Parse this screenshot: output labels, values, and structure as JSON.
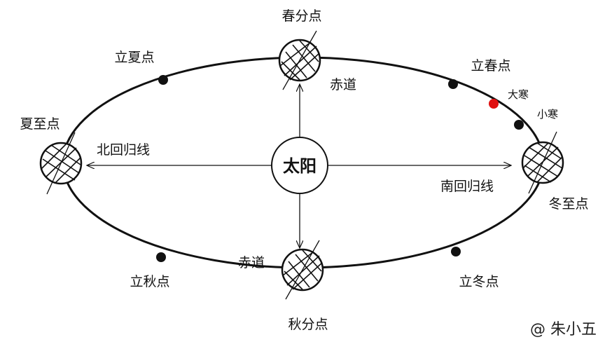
{
  "diagram": {
    "sun_label": "太阳",
    "seasons": {
      "spring_equinox": "春分点",
      "summer_solstice": "夏至点",
      "autumn_equinox": "秋分点",
      "winter_solstice": "冬至点"
    },
    "terms": {
      "start_of_summer": "立夏点",
      "start_of_spring": "立春点",
      "start_of_autumn": "立秋点",
      "start_of_winter": "立冬点",
      "major_cold": "大寒",
      "minor_cold": "小寒"
    },
    "lines": {
      "tropic_of_cancer": "北回归线",
      "tropic_of_capricorn": "南回归线",
      "equator_top": "赤道",
      "equator_bottom": "赤道"
    },
    "colors": {
      "line": "#111111",
      "marker": "#111111",
      "highlight_marker": "#e01010"
    }
  },
  "watermark": "@ 朱小五"
}
